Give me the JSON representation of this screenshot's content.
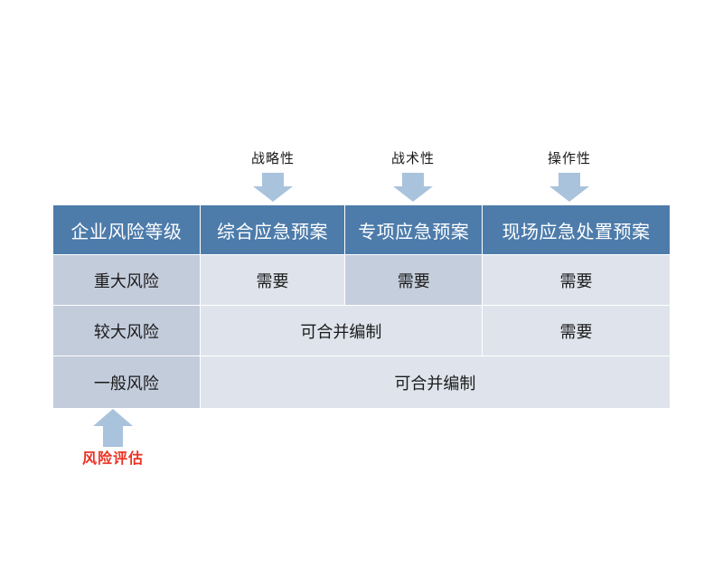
{
  "diagram": {
    "top_annotations": [
      {
        "label": "战略性",
        "icon": "arrow-down-icon",
        "target_column": "综合应急预案"
      },
      {
        "label": "战术性",
        "icon": "arrow-down-icon",
        "target_column": "专项应急预案"
      },
      {
        "label": "操作性",
        "icon": "arrow-down-icon",
        "target_column": "现场应急处置预案"
      }
    ],
    "bottom_annotation": {
      "label": "风险评估",
      "icon": "arrow-up-icon",
      "target_column": "企业风险等级",
      "color": "#ec3223"
    },
    "table": {
      "headers": [
        "企业风险等级",
        "综合应急预案",
        "专项应急预案",
        "现场应急处置预案"
      ],
      "rows": [
        {
          "level": "重大风险",
          "cells": [
            {
              "text": "需要",
              "span": 1,
              "highlight": false
            },
            {
              "text": "需要",
              "span": 1,
              "highlight": true
            },
            {
              "text": "需要",
              "span": 1,
              "highlight": false
            }
          ]
        },
        {
          "level": "较大风险",
          "cells": [
            {
              "text": "可合并编制",
              "span": 2,
              "highlight": false
            },
            {
              "text": "需要",
              "span": 1,
              "highlight": false
            }
          ]
        },
        {
          "level": "一般风险",
          "cells": [
            {
              "text": "可合并编制",
              "span": 3,
              "highlight": false
            }
          ]
        }
      ]
    },
    "colors": {
      "header_bg": "#4d7cab",
      "header_text": "#ffffff",
      "rowhead_bg": "#c3ccdb",
      "cell_bg": "#dfe4ec",
      "cell_highlight_bg": "#c5cedc",
      "arrow_fill": "#a9c3dd",
      "accent_red": "#ec3223",
      "page_bg": "#ffffff"
    }
  }
}
